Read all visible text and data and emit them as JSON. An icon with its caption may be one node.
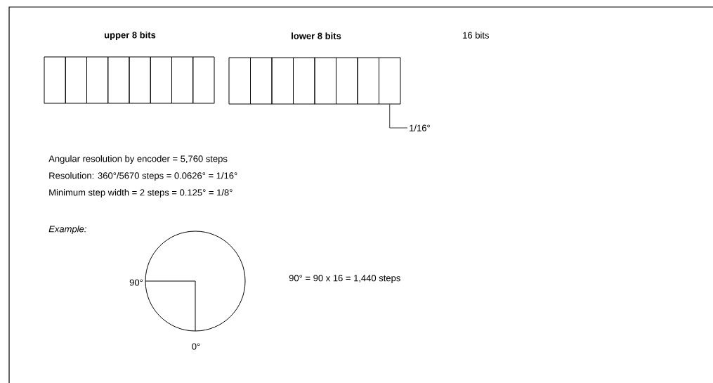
{
  "diagram": {
    "nodes": [
      {
        "text": [],
        "shape": "box"
      },
      {
        "text": [],
        "shape": "box"
      },
      {
        "text": [],
        "shape": "box"
      },
      {
        "text": [],
        "shape": "box"
      },
      {
        "text": [],
        "shape": "box"
      },
      {
        "text": [],
        "shape": "box"
      },
      {
        "text": [],
        "shape": "box"
      },
      {
        "text": [],
        "shape": "box"
      },
      {
        "text": [],
        "shape": "box"
      },
      {
        "text": [],
        "shape": "box"
      },
      {
        "text": [],
        "shape": "box"
      },
      {
        "text": [],
        "shape": "box"
      },
      {
        "text": [],
        "shape": "box"
      },
      {
        "text": [],
        "shape": "box"
      },
      {
        "text": [],
        "shape": "box"
      },
      {
        "text": [],
        "shape": "box"
      },
      {
        "text": [
          "1/16°"
        ]
      }
    ],
    "edges": [
      {
        "from": 16,
        "to": 15,
        "arrow": "none"
      }
    ],
    "labels": [
      "upper 8 bits",
      "lower 8 bits",
      "16 bits",
      "Angular resolution by encoder = 5,760 steps",
      "Resolution: 360°/5670 steps = 0.0626° = 1/16°",
      "Minimum step width = 2 steps = 0.125° = 1/8°",
      "Example:",
      "90°",
      "0°",
      "90° = 90 x 16 = 1,440 steps"
    ]
  }
}
